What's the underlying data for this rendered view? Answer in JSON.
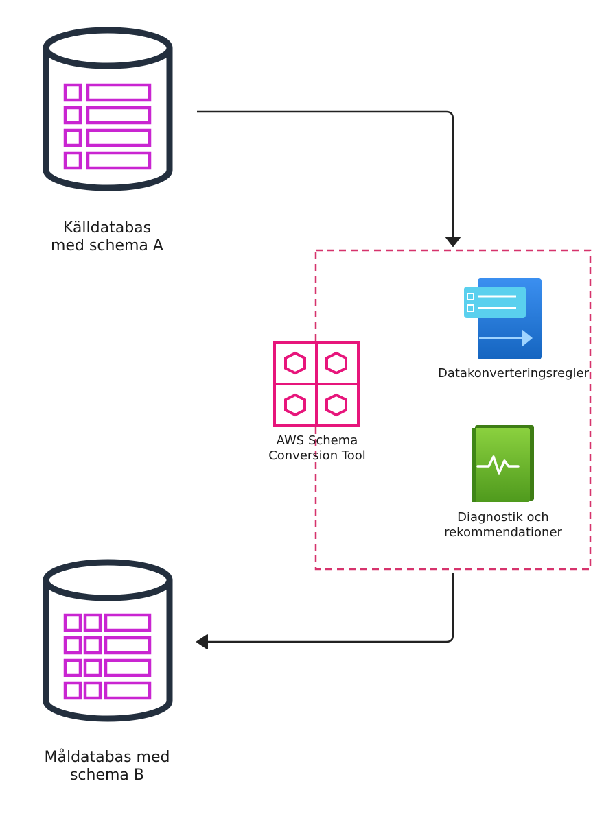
{
  "nodes": {
    "source_db": {
      "line1": "Källdatabas",
      "line2": "med schema A",
      "icon": "database-icon"
    },
    "target_db": {
      "line1": "Måldatabas med",
      "line2": "schema B",
      "icon": "database-icon"
    },
    "sct": {
      "line1": "AWS Schema",
      "line2": "Conversion Tool",
      "icon": "schema-conversion-tool-icon"
    },
    "rules": {
      "label": "Datakonverteringsregler",
      "icon": "conversion-rules-icon"
    },
    "diagnostics": {
      "line1": "Diagnostik och",
      "line2": "rekommendationer",
      "icon": "diagnostics-book-icon"
    }
  },
  "colors": {
    "db_outline": "#232f3e",
    "table_grid": "#c925d1",
    "sct": "#e7157b",
    "group_border": "#d6336c",
    "arrow": "#222222",
    "rules_blue": "#1f7ad6",
    "rules_cyan": "#45c6e8",
    "book_green": "#6bb52c"
  }
}
